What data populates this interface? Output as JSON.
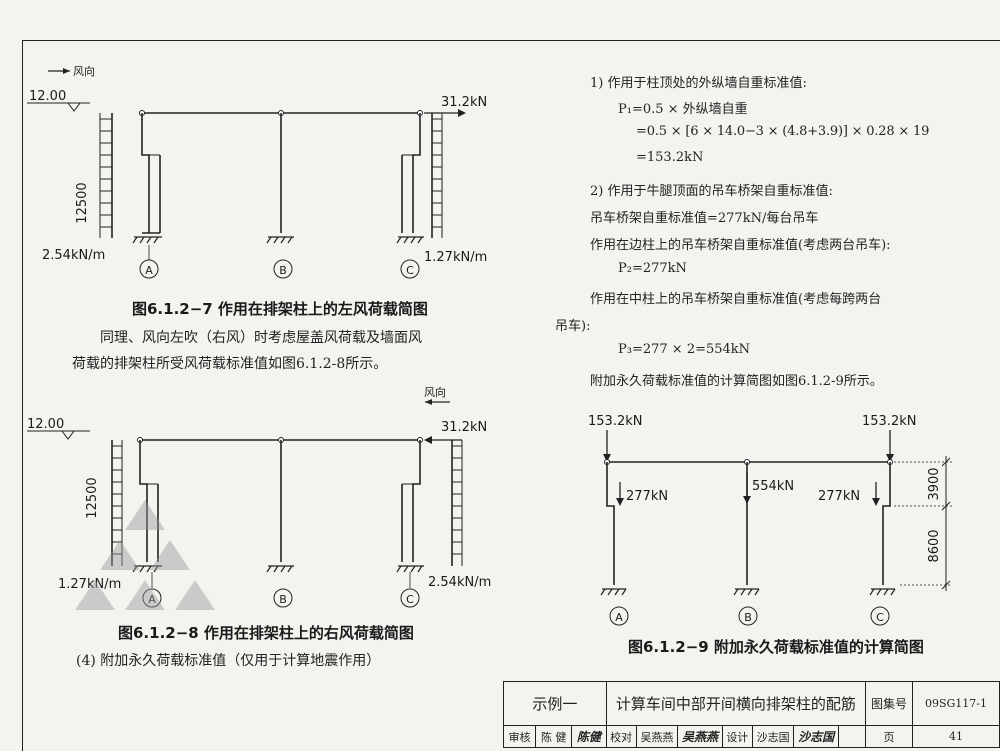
{
  "figures": {
    "fig7": {
      "wind_dir": "风向",
      "elev": "12.00",
      "height": "12500",
      "load_left": "2.54kN/m",
      "load_right": "1.27kN/m",
      "top_force": "31.2kN",
      "axes": [
        "A",
        "B",
        "C"
      ],
      "caption": "图6.1.2−7  作用在排架柱上的左风荷载简图"
    },
    "fig8": {
      "wind_dir": "风向",
      "elev": "12.00",
      "height": "12500",
      "load_left": "1.27kN/m",
      "load_right": "2.54kN/m",
      "top_force": "31.2kN",
      "axes": [
        "A",
        "B",
        "C"
      ],
      "caption": "图6.1.2−8  作用在排架柱上的右风荷载简图"
    },
    "fig9": {
      "top_left": "153.2kN",
      "top_right": "153.2kN",
      "crane_left": "277kN",
      "crane_mid": "554kN",
      "crane_right": "277kN",
      "dim_upper": "3900",
      "dim_lower": "8600",
      "axes": [
        "A",
        "B",
        "C"
      ],
      "caption": "图6.1.2−9  附加永久荷载标准值的计算简图"
    }
  },
  "left_text": {
    "para_line1": "同理、风向左吹（右风）时考虑屋盖风荷载及墙面风",
    "para_line2": "荷载的排架柱所受风荷载标准值如图6.1.2-8所示。",
    "section4": "(4)  附加永久荷载标准值（仅用于计算地震作用）"
  },
  "right_text": {
    "item1": "1)  作用于柱顶处的外纵墙自重标准值:",
    "p1_line1": "P₁=0.5 × 外纵墙自重",
    "p1_line2": "=0.5 × [6 × 14.0−3 × (4.8+3.9)] × 0.28 × 19",
    "p1_line3": "=153.2kN",
    "item2": "2)  作用于牛腿顶面的吊车桥架自重标准值:",
    "crane_std": "吊车桥架自重标准值=277kN/每台吊车",
    "edge_col": "作用在边柱上的吊车桥架自重标准值(考虑两台吊车):",
    "p2": "P₂=277kN",
    "mid_col_line1": "作用在中柱上的吊车桥架自重标准值(考虑每跨两台",
    "mid_col_line2": "吊车):",
    "p3": "P₃=277 × 2=554kN",
    "fig9_ref": "附加永久荷载标准值的计算简图如图6.1.2-9所示。"
  },
  "title_block": {
    "example": "示例一",
    "title": "计算车间中部开间横向排架柱的配筋",
    "atlas_label": "图集号",
    "atlas_no": "09SG117-1",
    "review_label": "审核",
    "review_name": "陈  健",
    "review_sign": "陈健",
    "check_label": "校对",
    "check_name": "吴燕燕",
    "check_sign": "吴燕燕",
    "design_label": "设计",
    "design_name": "沙志国",
    "design_sign": "沙志国",
    "page_label": "页",
    "page_no": "41"
  }
}
